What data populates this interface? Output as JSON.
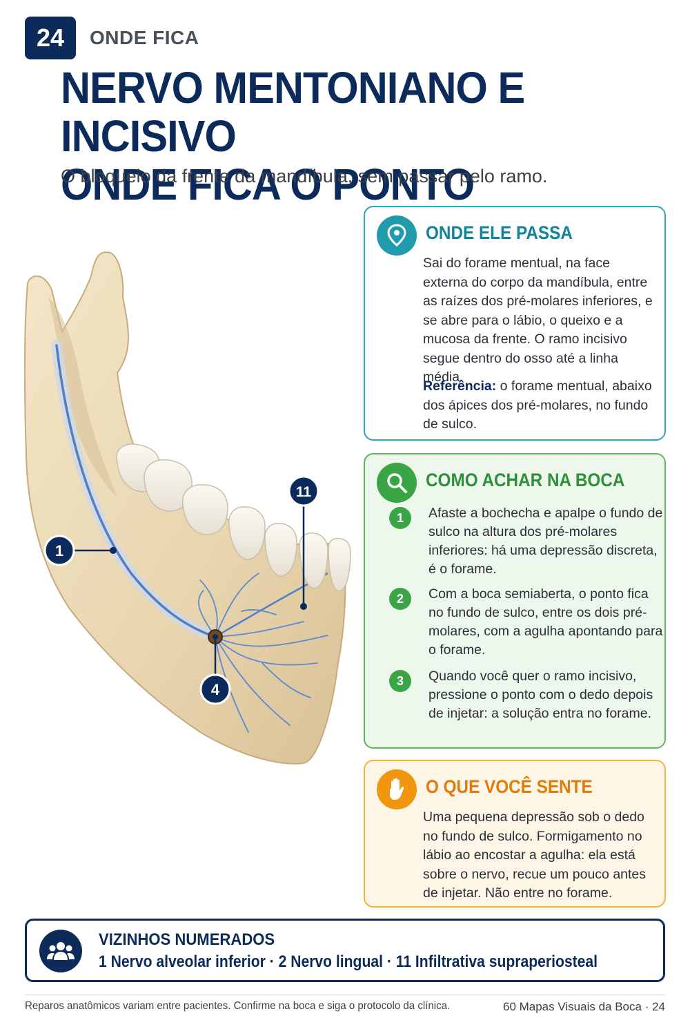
{
  "header": {
    "page_number": "24",
    "kicker": "ONDE FICA",
    "title_line1": "NERVO MENTONIANO E INCISIVO",
    "title_line2": "ONDE FICA O PONTO",
    "subtitle": "O bloqueio da frente da mandíbula, sem passar pelo ramo."
  },
  "illustration": {
    "markers": [
      "1",
      "4",
      "11"
    ]
  },
  "cards": {
    "onde_passa": {
      "icon": "location-pin-icon",
      "title": "ONDE ELE PASSA",
      "body": "Sai do forame mentual, na face externa do corpo da mandíbula, entre as raízes dos pré-molares inferiores, e se abre para o lábio, o queixo e a mucosa da frente. O ramo incisivo segue dentro do osso até a linha média.",
      "ref_label": "Referência:",
      "ref_text": " o forame mentual, abaixo dos ápices dos pré-molares, no fundo de sulco."
    },
    "como_achar": {
      "icon": "magnifier-icon",
      "title": "COMO ACHAR NA BOCA",
      "steps": [
        {
          "num": "1",
          "text": "Afaste a bochecha e apalpe o fundo de sulco na altura dos pré-molares inferiores: há uma depressão discreta, é o forame."
        },
        {
          "num": "2",
          "text": "Com a boca semiaberta, o ponto fica no fundo de sulco, entre os dois pré-molares, com a agulha apontando para o forame."
        },
        {
          "num": "3",
          "text": "Quando você quer o ramo incisivo, pressione o ponto com o dedo depois de injetar: a solução entra no forame."
        }
      ]
    },
    "o_que_sente": {
      "icon": "hand-icon",
      "title": "O QUE VOCÊ SENTE",
      "body": "Uma pequena depressão sob o dedo no fundo de sulco. Formigamento no lábio ao encostar a agulha: ela está sobre o nervo, recue um pouco antes de injetar. Não entre no forame."
    }
  },
  "neighbors": {
    "icon": "group-people-icon",
    "title": "VIZINHOS NUMERADOS",
    "list": "1 Nervo alveolar inferior · 2 Nervo lingual · 11 Infiltrativa supraperiosteal"
  },
  "footer": {
    "disclaimer": "Reparos anatômicos variam entre pacientes. Confirme na boca e siga o protocolo da clínica.",
    "book": "60 Mapas Visuais da Boca",
    "separator": " · ",
    "page": "24"
  },
  "colors": {
    "navy": "#0c2a5a",
    "teal": "#1f9bab",
    "green": "#3aa545",
    "orange": "#f0960f",
    "bone": "#ecdcbc",
    "nerve": "#4f7fc9"
  }
}
